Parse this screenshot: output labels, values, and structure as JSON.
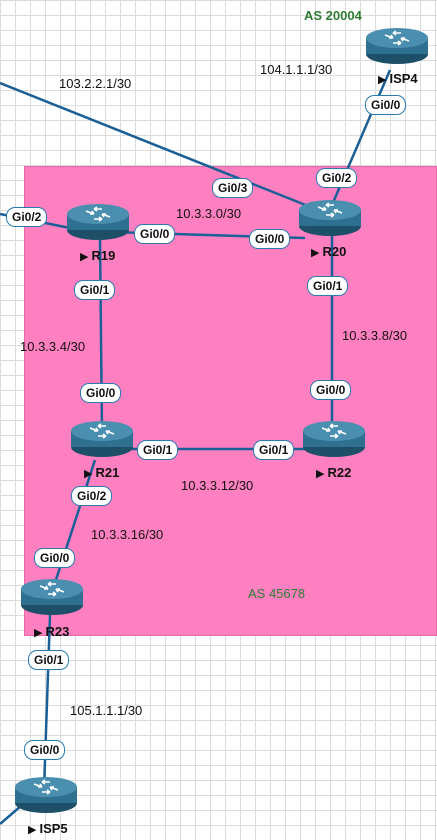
{
  "colors": {
    "as_area": "#ff80c0",
    "link": "#1a5f96",
    "router_body": "#2f6f8f",
    "as_label_green": "#2e7d32"
  },
  "as_labels": {
    "top": "AS 20004",
    "main": "AS 45678"
  },
  "routers": {
    "r19": {
      "name": "R19",
      "icon": "router-icon"
    },
    "r20": {
      "name": "R20",
      "icon": "router-icon"
    },
    "r21": {
      "name": "R21",
      "icon": "router-icon"
    },
    "r22": {
      "name": "R22",
      "icon": "router-icon"
    },
    "r23": {
      "name": "R23",
      "icon": "router-icon"
    },
    "isp4": {
      "name": "ISP4",
      "icon": "router-icon"
    },
    "isp5": {
      "name": "ISP5",
      "icon": "router-icon"
    }
  },
  "interfaces": {
    "r19_gi02": "Gi0/2",
    "r19_gi00": "Gi0/0",
    "r19_gi01": "Gi0/1",
    "r20_gi03": "Gi0/3",
    "r20_gi02": "Gi0/2",
    "r20_gi00": "Gi0/0",
    "r20_gi01": "Gi0/1",
    "isp4_gi00": "Gi0/0",
    "r21_gi00": "Gi0/0",
    "r21_gi01": "Gi0/1",
    "r21_gi02": "Gi0/2",
    "r22_gi00": "Gi0/0",
    "r22_gi01": "Gi0/1",
    "r23_gi00": "Gi0/0",
    "r23_gi01": "Gi0/1",
    "isp5_gi00": "Gi0/0"
  },
  "networks": {
    "n_103": "103.2.2.1/30",
    "n_104": "104.1.1.1/30",
    "n_r19_r20": "10.3.3.0/30",
    "n_r19_r21": "10.3.3.4/30",
    "n_r20_r22": "10.3.3.8/30",
    "n_r21_r22": "10.3.3.12/30",
    "n_r21_r23": "10.3.3.16/30",
    "n_105": "105.1.1.1/30"
  }
}
